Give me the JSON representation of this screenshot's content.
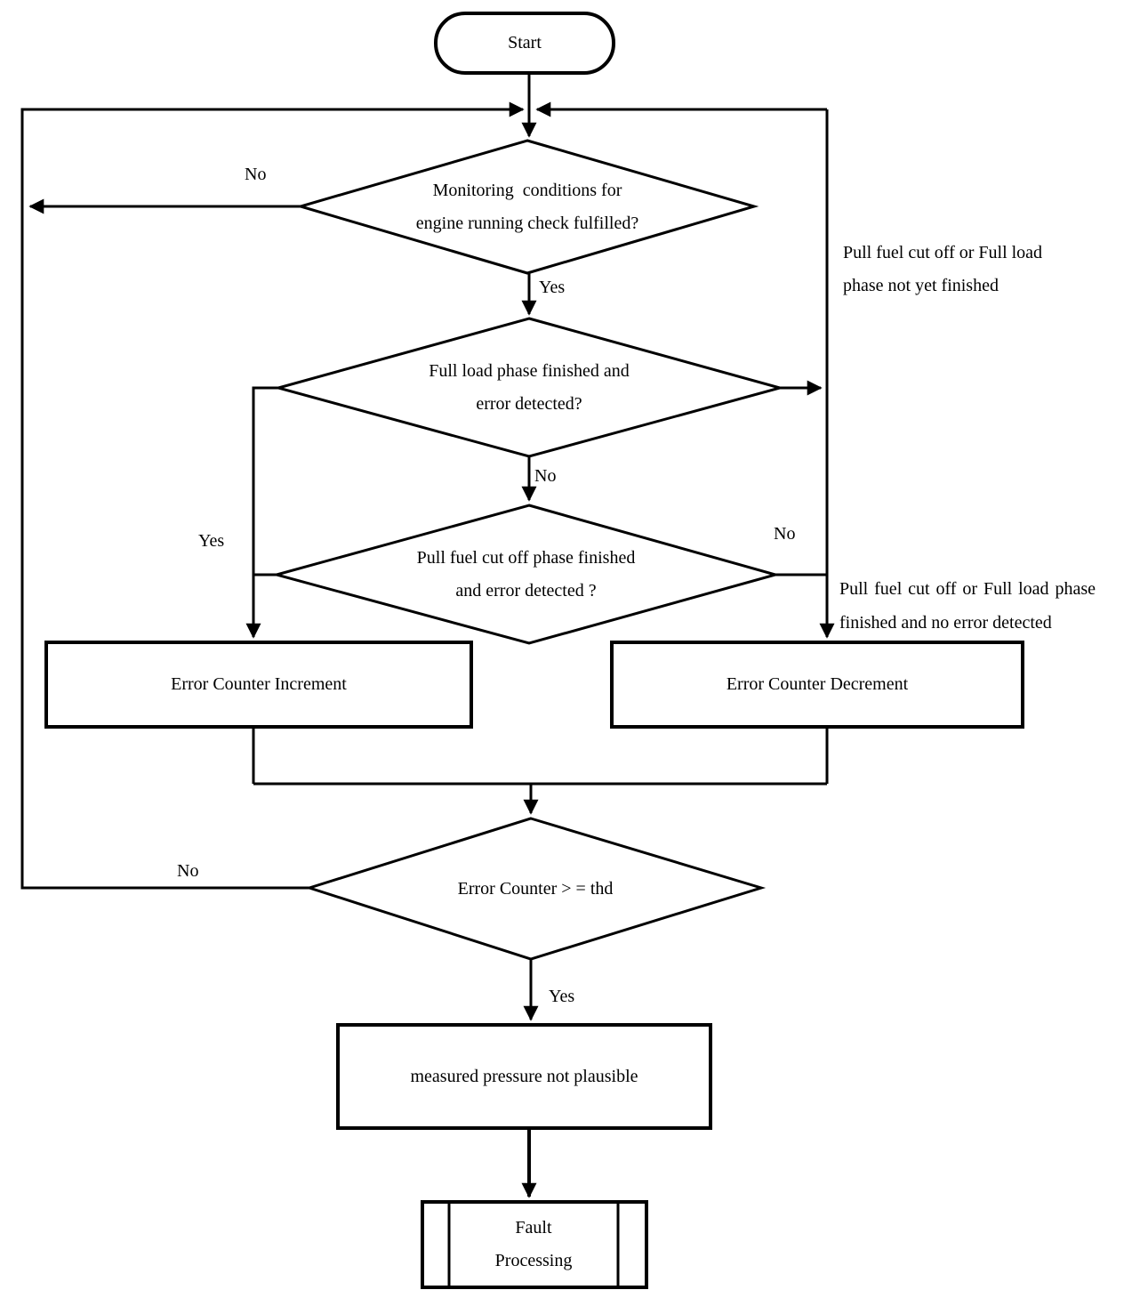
{
  "diagram": {
    "type": "flowchart",
    "background_color": "#ffffff",
    "line_color": "#000000"
  },
  "nodes": {
    "start": {
      "shape": "terminator",
      "label": "Start"
    },
    "monitoring": {
      "shape": "decision",
      "label": "Monitoring  conditions for\nengine running check fulfilled?"
    },
    "full_load": {
      "shape": "decision",
      "label": "Full load phase finished and\nerror detected?"
    },
    "pull_fuel": {
      "shape": "decision",
      "label": "Pull fuel cut off phase finished\nand error detected ?"
    },
    "increment": {
      "shape": "process",
      "label": "Error Counter Increment"
    },
    "decrement": {
      "shape": "process",
      "label": "Error Counter Decrement"
    },
    "threshold": {
      "shape": "decision",
      "label": "Error Counter > = thd"
    },
    "pressure": {
      "shape": "process",
      "label": "measured pressure not plausible"
    },
    "fault": {
      "shape": "predefined-process",
      "label": "Fault\nProcessing"
    }
  },
  "branches": {
    "monitoring_no": "No",
    "monitoring_yes": "Yes",
    "full_load_no": "No",
    "full_load_yes": "Yes",
    "pull_fuel_no": "No",
    "threshold_no": "No",
    "threshold_yes": "Yes"
  },
  "annotations": {
    "not_finished": "Pull fuel cut off or Full load\nphase not yet finished",
    "no_error": "Pull fuel cut off or Full load phase finished and no error detected"
  }
}
